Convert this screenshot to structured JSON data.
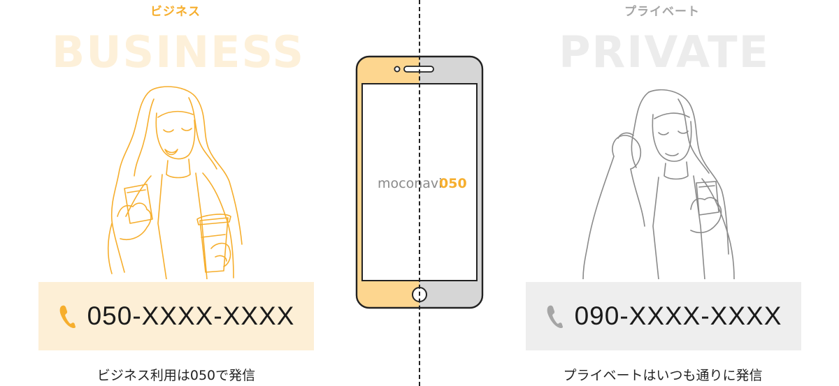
{
  "business": {
    "heading_kana": "ビジネス",
    "heading_big": "BUSINESS",
    "phone_number": "050-XXXX-XXXX",
    "caption": "ビジネス利用は050で発信",
    "phone_icon": "phone-icon",
    "accent_color": "#f6ae2d",
    "box_color": "#fdefd6"
  },
  "private": {
    "heading_kana": "プライベート",
    "heading_big": "PRIVATE",
    "phone_number": "090-XXXX-XXXX",
    "caption": "プライベートはいつも通りに発信",
    "phone_icon": "phone-icon",
    "accent_color": "#a5a5a5",
    "box_color": "#eeeeee"
  },
  "device": {
    "logo_word": "moconavi",
    "logo_number": "050",
    "left_color": "#fdd68f",
    "right_color": "#d6d6d6"
  }
}
